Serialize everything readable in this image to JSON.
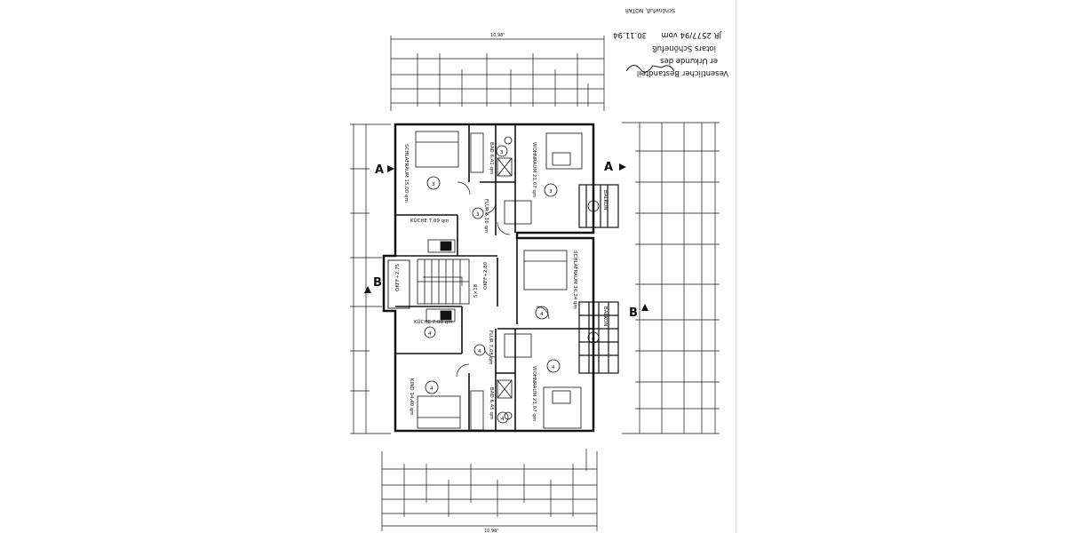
{
  "document": {
    "notary_note": {
      "line1": "Vesentlicher Bestandteil",
      "line2": "er Urkunde des",
      "line3": "iotars Schönefuß",
      "line4": "JR 2577/94 vom",
      "date": "30.11.94",
      "signature_caption": "Schönefuß, NOTAR"
    },
    "overall_dimension": "10,98⁵",
    "section_markers": {
      "a": "A",
      "b": "B"
    },
    "rooms": [
      {
        "id": "schlafraum-3",
        "label": "SCHLAFRAUM 15,00 qm",
        "unit": "3"
      },
      {
        "id": "bad-3",
        "label": "BAD 6,41 qm",
        "unit": "3"
      },
      {
        "id": "wohnraum-3",
        "label": "WOHNRAUM 21,07 qm",
        "unit": "3"
      },
      {
        "id": "kueche-3",
        "label": "KÜCHE 7,09 qm",
        "unit": ""
      },
      {
        "id": "flur-3",
        "label": "FLUR 6,16 qm",
        "unit": "3"
      },
      {
        "id": "balkon-3",
        "label": "BALKON",
        "unit": "3"
      },
      {
        "id": "schlafraum-4",
        "label": "SCHLAFRAUM 16,24 qm",
        "unit": "4"
      },
      {
        "id": "kueche-4",
        "label": "KÜCHE 7,08 qm",
        "unit": "4"
      },
      {
        "id": "flur-4",
        "label": "FLUR 7,08 qm",
        "unit": "4"
      },
      {
        "id": "wohnraum-4",
        "label": "WOHNRAUM 21,07 qm",
        "unit": "4"
      },
      {
        "id": "kind-4",
        "label": "KIND 14,40 qm",
        "unit": "4"
      },
      {
        "id": "bad-4",
        "label": "BAD 6,45 qm",
        "unit": "4"
      },
      {
        "id": "balkon-4",
        "label": "BALKON",
        "unit": "4"
      }
    ],
    "stair_level_1": "OKFF+2,75",
    "stair_level_2": "OKFF+2,80",
    "stair_note": "5×18"
  }
}
